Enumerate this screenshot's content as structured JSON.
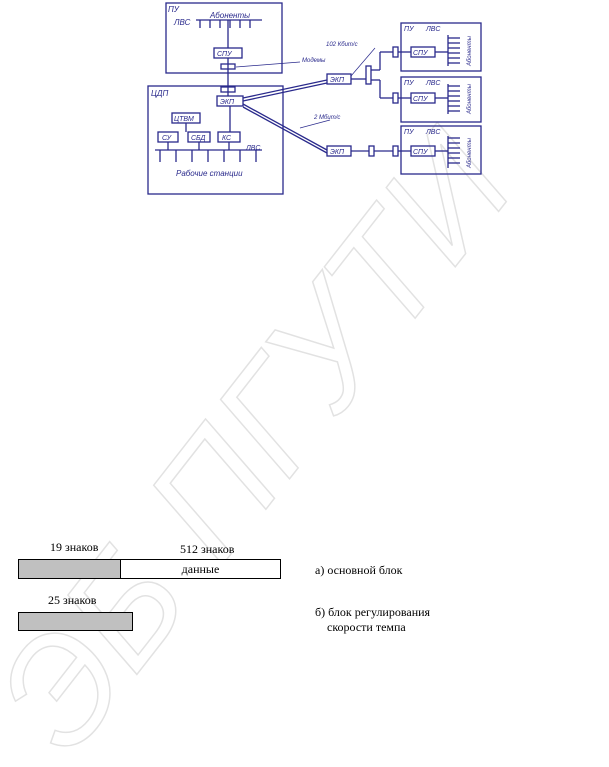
{
  "diagram": {
    "pu_top_label": "ПУ",
    "lvs_label": "ЛВС",
    "abonents_label": "Абоненты",
    "spu_label": "СПУ",
    "modem_label": "Модемы",
    "cdp_label": "ЦДП",
    "ekp_label": "ЭКП",
    "ctvm_label": "ЦТВМ",
    "su_label": "СУ",
    "sbd_label": "СБД",
    "ks_label": "КС",
    "workstations_label": "Рабочие станции",
    "speed1_label": "102 Кбит/с",
    "speed2_label": "2 Мбит/с"
  },
  "blocks": {
    "main": {
      "header_count": "19 знаков",
      "data_count": "512 знаков",
      "data_label": "данные",
      "caption": "а) основной блок"
    },
    "rate": {
      "header_count": "25 знаков",
      "caption_line1": "б) блок регулирования",
      "caption_line2": "скорости темпа"
    }
  },
  "watermark": {
    "text": "ЭБ ПГУТИ",
    "color": "#e6e6e6"
  },
  "colors": {
    "diagram_line": "#2a2a8c",
    "block_gray": "#c0c0c0"
  }
}
